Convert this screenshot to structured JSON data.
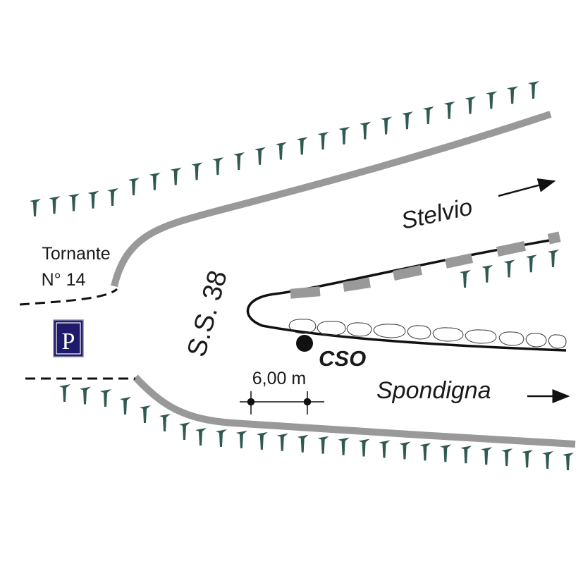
{
  "labels": {
    "tornante_line1": "Tornante",
    "tornante_line2": "N° 14",
    "road_name": "S.S. 38",
    "station": "CSO",
    "scale": "6,00 m",
    "dest_upper": "Stelvio",
    "dest_lower": "Spondigna",
    "parking": "P"
  },
  "icons": {
    "parking": "parking-sign-icon",
    "arrow": "right-arrow-icon",
    "tree": "conifer-tree-icon",
    "station": "station-dot-icon"
  },
  "colors": {
    "road_edge": "#999999",
    "tree": "#2e5a52",
    "parking_bg": "#1f1a6b",
    "ink": "#111111"
  }
}
